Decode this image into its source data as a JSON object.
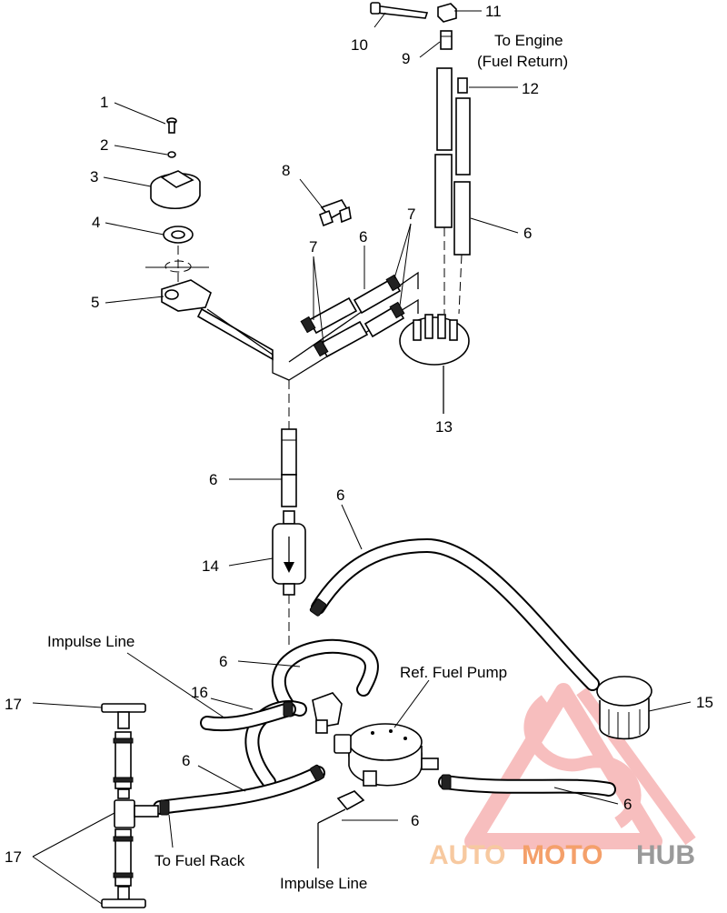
{
  "callouts": {
    "n1": "1",
    "n2": "2",
    "n3": "3",
    "n4": "4",
    "n5": "5",
    "n6a": "6",
    "n6b": "6",
    "n6c": "6",
    "n6d": "6",
    "n6e": "6",
    "n6f": "6",
    "n6g": "6",
    "n6h": "6",
    "n7a": "7",
    "n7b": "7",
    "n8": "8",
    "n9": "9",
    "n10": "10",
    "n11": "11",
    "n12": "12",
    "n13": "13",
    "n14": "14",
    "n15": "15",
    "n16": "16",
    "n17a": "17",
    "n17b": "17"
  },
  "labels": {
    "to_engine_1": "To Engine",
    "to_engine_2": "(Fuel Return)",
    "impulse_line_top": "Impulse Line",
    "ref_fuel_pump": "Ref. Fuel Pump",
    "to_fuel_rack": "To Fuel Rack",
    "impulse_line_bottom": "Impulse Line"
  },
  "watermark": {
    "part1": "AUTO",
    "part2": "MOTO",
    "part3": "HUB",
    "color_light": "#f7c9a0",
    "color_mid": "#f4a06a",
    "color_dark": "#9a9a9a",
    "logo_color": "#f28a8a"
  }
}
